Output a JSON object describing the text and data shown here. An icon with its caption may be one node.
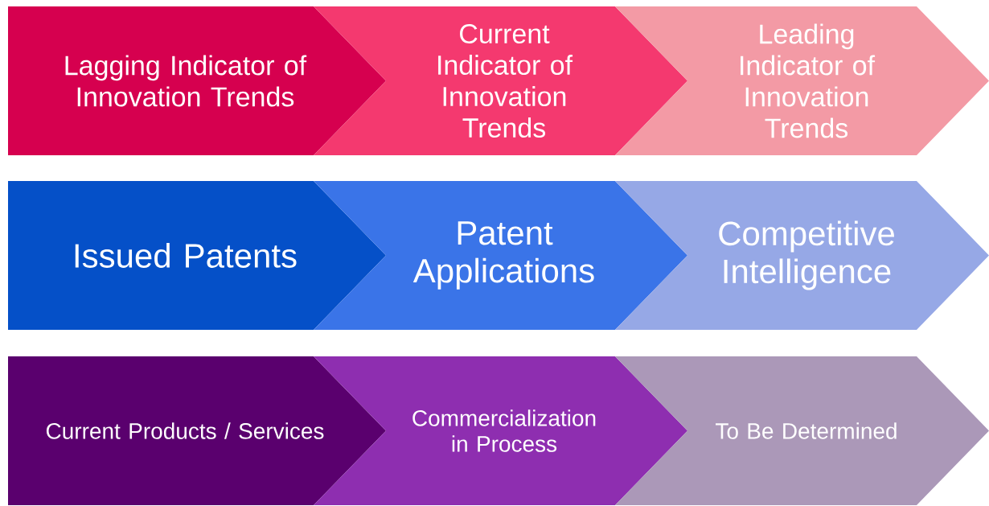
{
  "diagram": {
    "nodes": [
      {
        "text": [
          "Lagging Indicator of Innovation Trends"
        ]
      },
      {
        "text": [
          "Current Indicator of Innovation Trends"
        ]
      },
      {
        "text": [
          "Leading Indicator of Innovation Trends"
        ]
      },
      {
        "text": [
          "Issued Patents"
        ]
      },
      {
        "text": [
          "Patent Applications"
        ]
      },
      {
        "text": [
          "Competitive Intelligence"
        ]
      },
      {
        "text": [
          "Current Products / Services"
        ]
      },
      {
        "text": [
          "Commercialization in Process"
        ]
      },
      {
        "text": [
          "To Be Determined"
        ]
      }
    ]
  }
}
